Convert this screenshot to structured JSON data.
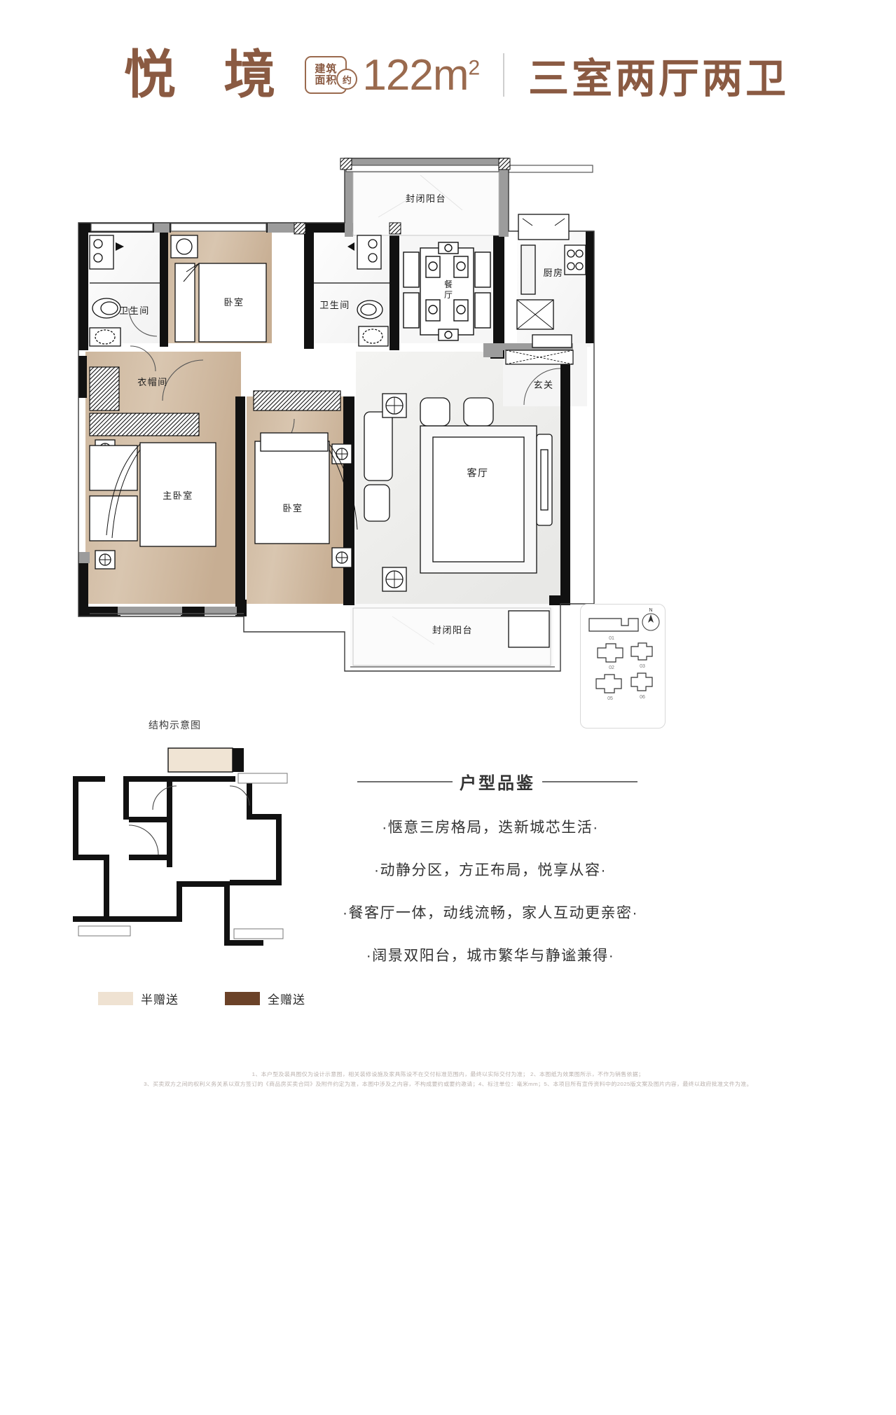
{
  "header": {
    "title": "悦 境",
    "badge_line1": "建筑",
    "badge_line2": "面积",
    "badge_approx": "约",
    "area_number": "122m",
    "area_sup": "2",
    "layout": "三室两厅两卫"
  },
  "rooms": {
    "bath_nw": "卫生间",
    "bedroom_n": "卧室",
    "bath_mid": "卫生间",
    "balcony_north": "封闭阳台",
    "dining": "餐厅",
    "kitchen": "厨房",
    "foyer": "玄关",
    "closet": "衣帽间",
    "master_bedroom": "主卧室",
    "bedroom_s": "卧室",
    "living": "客厅",
    "balcony_south": "封闭阳台"
  },
  "key_box": {
    "north_mark": "N",
    "units": [
      "01",
      "02",
      "03",
      "05",
      "06"
    ]
  },
  "structure": {
    "label": "结构示意图"
  },
  "appreciation": {
    "heading": "户型品鉴",
    "points": [
      "·惬意三房格局，迭新城芯生活·",
      "·动静分区，方正布局，悦享从容·",
      "·餐客厅一体，动线流畅，家人互动更亲密·",
      "·阔景双阳台，城市繁华与静谧兼得·"
    ]
  },
  "legend": {
    "items": [
      {
        "label": "半赠送",
        "color": "#efe2d2"
      },
      {
        "label": "全赠送",
        "color": "#6b4228"
      }
    ]
  },
  "footnotes": [
    "1、本户型及装具图仅为设计示意图，相关装修设施及家具陈设不在交付标准范围内，最终以实际交付为准； 2、本图纸为效果图所示，不作为销售依据；",
    "3、买卖双方之间的权利义务关系以双方签订的《商品房买卖合同》及附件约定为准，本图中涉及之内容，不构成要约或要约邀请；4、标注单位：毫米mm；5、本项目所有宣传资料中的2025版文案及图片内容，最终以政府批准文件为准。"
  ]
}
